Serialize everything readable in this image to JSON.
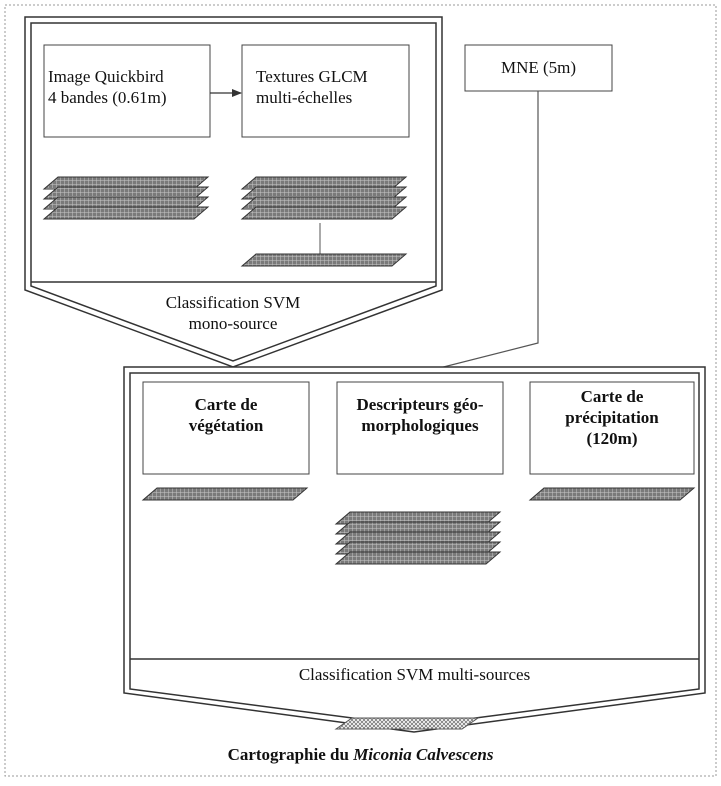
{
  "diagram": {
    "step1": {
      "input_image": "Image Quickbird\n4 bandes (0.61m)",
      "textures": "Textures GLCM\nmulti-échelles",
      "mne": "MNE (5m)",
      "classification": "Classification SVM\nmono-source"
    },
    "step2": {
      "vegetation": "Carte de\nvégétation",
      "descriptors": "Descripteurs géo-\nmorphologiques",
      "precipitation": "Carte de\nprécipitation\n(120m)",
      "classification": "Classification SVM multi-sources"
    },
    "output": {
      "caption_prefix": "Cartographie du ",
      "caption_species": "Miconia Calvescens"
    }
  }
}
